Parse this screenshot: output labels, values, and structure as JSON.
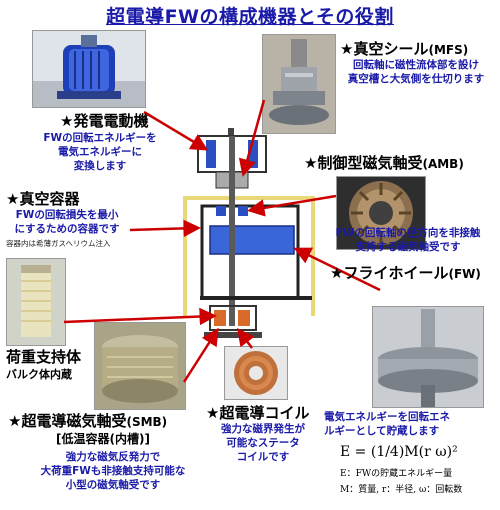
{
  "title": "超電導FWの構成機器とその役割",
  "generator": {
    "heading": "★発電電動機",
    "desc": [
      "FWの回転エネルギーを",
      "電気エネルギーに",
      "変換します"
    ]
  },
  "vacuum_seal": {
    "heading": "★真空シール",
    "abbr": "(MFS)",
    "desc": [
      "回転軸に磁性流体部を設け",
      "真空槽と大気側を仕切ります"
    ]
  },
  "amb": {
    "heading": "★制御型磁気軸受",
    "abbr": "(AMB)",
    "desc": [
      "FWの回転軸の径方向を非接触",
      "支持する磁気軸受です"
    ]
  },
  "vacuum_vessel": {
    "heading": "★真空容器",
    "desc": [
      "FWの回転損失を最小",
      "にするための容器です"
    ],
    "note": "容器内は希薄ガスヘリウム注入"
  },
  "flywheel": {
    "heading": "★フライホイール",
    "abbr": "(FW)",
    "desc": [
      "電気エネルギーを回転エネ",
      "ルギーとして貯蔵します"
    ],
    "formula": "E = (1/4)M(r ω)²",
    "legend": [
      "E：FWの貯蔵エネルギー量",
      "M：質量, r：半径, ω：回転数"
    ]
  },
  "load_support": {
    "heading": "荷重支持体",
    "sub": "バルク体内蔵"
  },
  "smb": {
    "heading": "★超電導磁気軸受",
    "abbr": "(SMB)",
    "sub": "[低温容器(内槽)]",
    "desc": [
      "強力な磁気反発力で",
      "大荷重FWも非接触支持可能な",
      "小型の磁気軸受です"
    ]
  },
  "coil": {
    "heading": "★超電導コイル",
    "desc": [
      "強力な磁界発生が",
      "可能なステータ",
      "コイルです"
    ]
  },
  "colors": {
    "title": "#1a1aa8",
    "desc": "#1a1aa8",
    "arrow": "#cc0000",
    "vessel_frame": "#e8d878",
    "machine_blue": "#2a4fc0"
  }
}
